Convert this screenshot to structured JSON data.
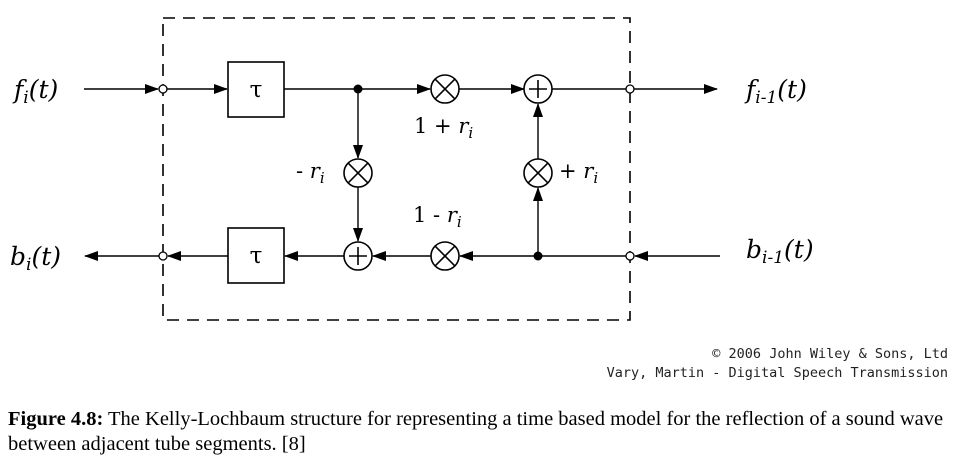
{
  "diagram": {
    "signals": {
      "f_in": {
        "base": "f",
        "sub": "i",
        "arg": "(t)"
      },
      "f_out": {
        "base": "f",
        "sub": "i-1",
        "arg": "(t)"
      },
      "b_out": {
        "base": "b",
        "sub": "i",
        "arg": "(t)"
      },
      "b_in": {
        "base": "b",
        "sub": "i-1",
        "arg": "(t)"
      }
    },
    "delay_symbol": "τ",
    "gains": {
      "top": {
        "prefix": "1 + ",
        "var": "r",
        "sub": "i"
      },
      "left": {
        "prefix": "- ",
        "var": "r",
        "sub": "i"
      },
      "right": {
        "prefix": "+ ",
        "var": "r",
        "sub": "i"
      },
      "bottom": {
        "prefix": "1 - ",
        "var": "r",
        "sub": "i"
      }
    },
    "symbols": {
      "multiplier": "⊗",
      "adder": "⊕"
    }
  },
  "copyright": {
    "line1": "© 2006 John Wiley & Sons, Ltd",
    "line2": "Vary, Martin - Digital Speech Transmission"
  },
  "caption": {
    "label": "Figure 4.8:",
    "text": " The Kelly-Lochbaum structure for representing a time based model for the reflection of a sound wave between adjacent tube segments. [8]"
  }
}
